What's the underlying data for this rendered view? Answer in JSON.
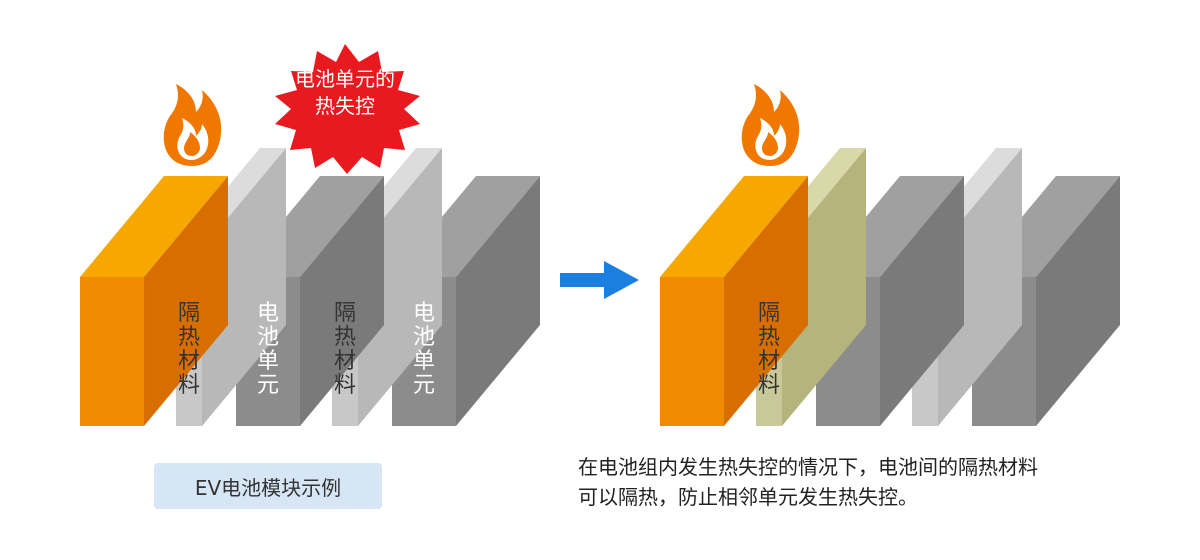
{
  "burst": {
    "line1": "电池单元的",
    "line2": "热失控",
    "color": "#e8191f"
  },
  "labels": {
    "insulation": "隔热材料",
    "cell": "电池单元"
  },
  "caption": "EV电池模块示例",
  "description": {
    "line1": "在电池组内发生热失控的情况下，电池间的隔热材料",
    "line2": "可以隔热，防止相邻单元发生热失控。"
  },
  "colors": {
    "hot_cell": "#f08a00",
    "insulation": "#c4c4c4",
    "insulation_heated": "#c8c898",
    "cell": "#8c8c8c",
    "arrow": "#1b7fe0",
    "flame": "#f07800",
    "caption_bg": "#d6e6f5"
  },
  "icons": {
    "flame": "flame-icon",
    "arrow": "arrow-right-icon"
  }
}
